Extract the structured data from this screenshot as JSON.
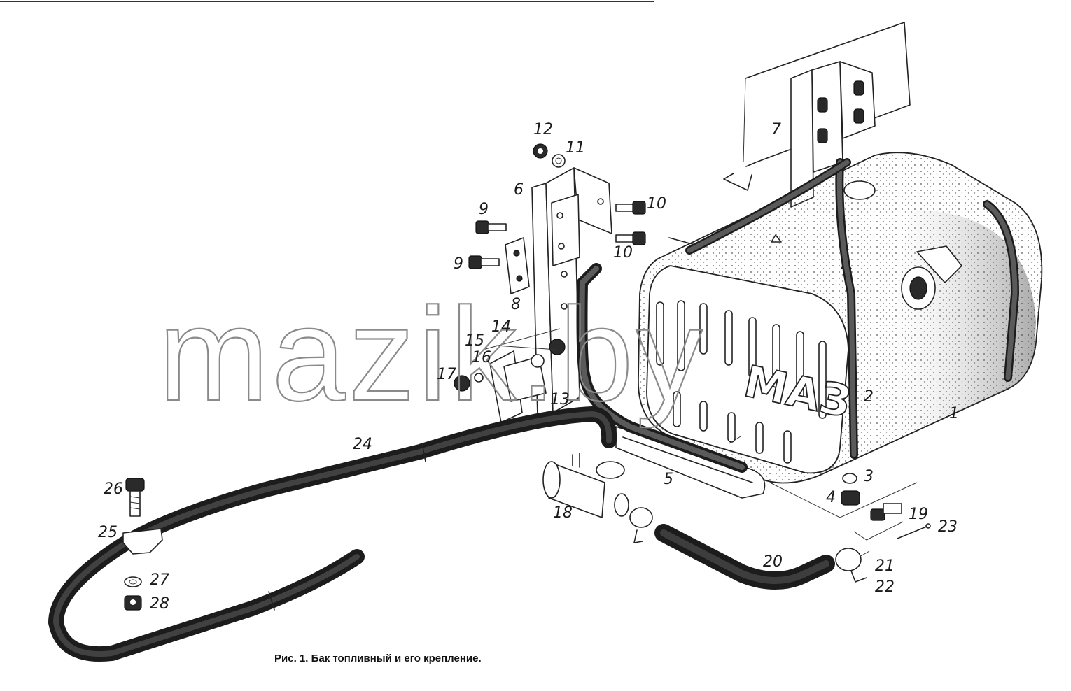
{
  "caption": "Рис. 1. Бак топливный и его крепление.",
  "watermark": "mazik.by",
  "tank_emblem": "МАЗ",
  "labels": {
    "l1": "1",
    "l2": "2",
    "l3": "3",
    "l4": "4",
    "l5": "5",
    "l6": "6",
    "l7": "7",
    "l8": "8",
    "l9a": "9",
    "l9b": "9",
    "l10a": "10",
    "l10b": "10",
    "l11": "11",
    "l12": "12",
    "l13": "13",
    "l14": "14",
    "l15": "15",
    "l16": "16",
    "l17": "17",
    "l18": "18",
    "l19": "19",
    "l20": "20",
    "l21": "21",
    "l22": "22",
    "l23": "23",
    "l24": "24",
    "l25": "25",
    "l26": "26",
    "l27": "27",
    "l28": "28"
  }
}
